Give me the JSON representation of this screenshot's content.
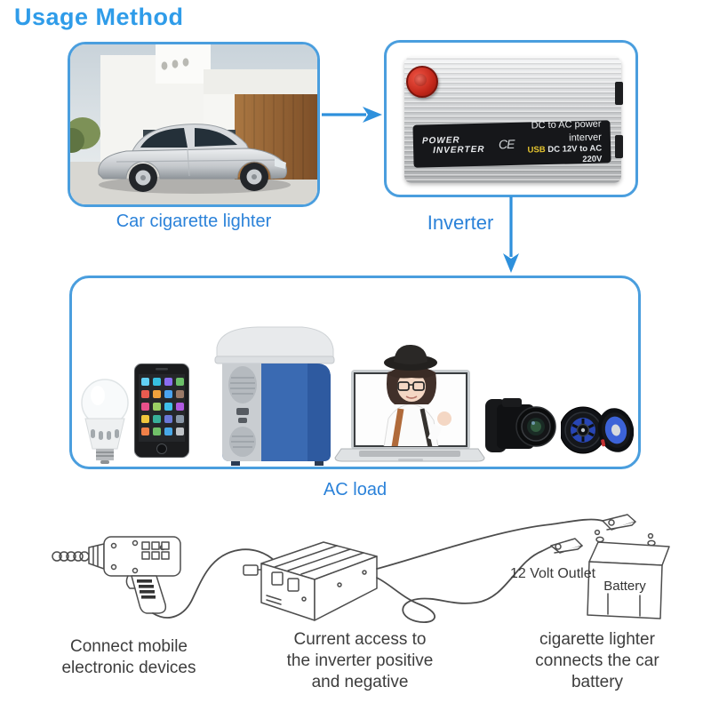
{
  "title": "Usage Method",
  "colors": {
    "accent_blue": "#2F9CE9",
    "label_blue": "#2B82D9",
    "border_blue": "#4A9EDE",
    "arrow_blue": "#2E90DC"
  },
  "flow": {
    "step1_label": "Car cigarette lighter",
    "step2_label": "Inverter",
    "step3_label": "AC load"
  },
  "inverter_product": {
    "brand_line1": "POWER",
    "brand_line2": "INVERTER",
    "ce_mark": "CE",
    "title_line": "DC to AC power interver",
    "usb_text": "USB",
    "spec_line": "DC 12V to AC 220V"
  },
  "wiring_diagram": {
    "outlet_label": "12 Volt Outlet",
    "battery_label": "Battery",
    "captions": [
      {
        "lines": [
          "Connect mobile",
          "electronic devices",
          ""
        ]
      },
      {
        "lines": [
          "Current access to",
          "the inverter positive",
          "and negative"
        ]
      },
      {
        "lines": [
          "cigarette lighter",
          "connects the car",
          "battery"
        ]
      }
    ]
  }
}
